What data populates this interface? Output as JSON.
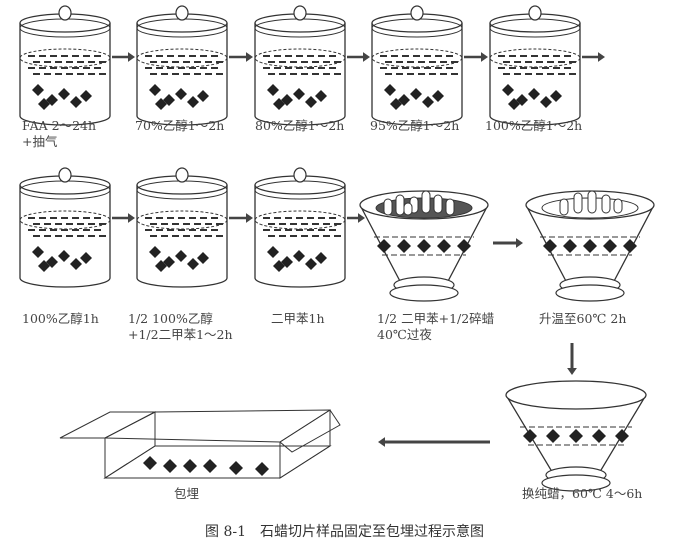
{
  "steps": [
    {
      "label": "FAA 2～24h\n+抽气"
    },
    {
      "label": "70%乙醇1～2h"
    },
    {
      "label": "80%乙醇1～2h"
    },
    {
      "label": "95%乙醇1～2h"
    },
    {
      "label": "100%乙醇1～2h"
    },
    {
      "label": "100%乙醇1h"
    },
    {
      "label": "1/2 100%乙醇\n+1/2二甲苯1～2h"
    },
    {
      "label": "二甲苯1h"
    },
    {
      "label": "1/2 二甲苯+1/2碎蜡\n40℃过夜"
    },
    {
      "label": "升温至60℃ 2h"
    },
    {
      "label": "换纯蜡，60℃ 4～6h"
    },
    {
      "label": "包埋"
    }
  ],
  "caption": "图 8-1　石蜡切片样品固定至包埋过程示意图"
}
